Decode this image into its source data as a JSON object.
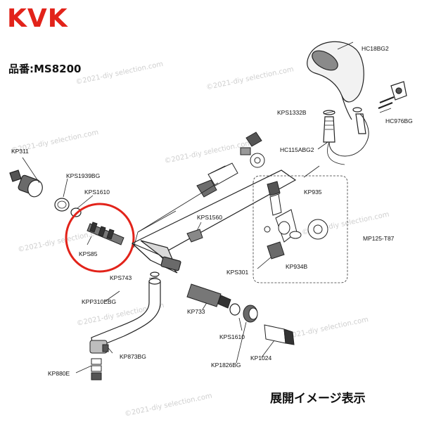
{
  "header": {
    "brand": "KVK",
    "model_line": "品番:MS8200"
  },
  "footer": {
    "caption": "展開イメージ表示"
  },
  "watermark": "©2021-diy selection.com",
  "highlight_color": "#e2231a",
  "parts": {
    "hc18bg2": "HC18BG2",
    "kps1332b": "KPS1332B",
    "hc976bg": "HC976BG",
    "hc115abg2": "HC115ABG2",
    "kp311": "KP311",
    "kps1939bg": "KPS1939BG",
    "kps1610_upper": "KPS1610",
    "kps85": "KPS85",
    "kps1560": "KPS1560",
    "kp935": "KP935",
    "mp125t87": "MP125-T87",
    "kps301": "KPS301",
    "kp934b": "KP934B",
    "kps743": "KPS743",
    "kpp310ebg": "KPP310EBG",
    "kp733": "KP733",
    "kps1610_lower": "KPS1610",
    "kp873bg": "KP873BG",
    "kp880e": "KP880E",
    "kp1826bg": "KP1826BG",
    "kp1024": "KP1024"
  }
}
